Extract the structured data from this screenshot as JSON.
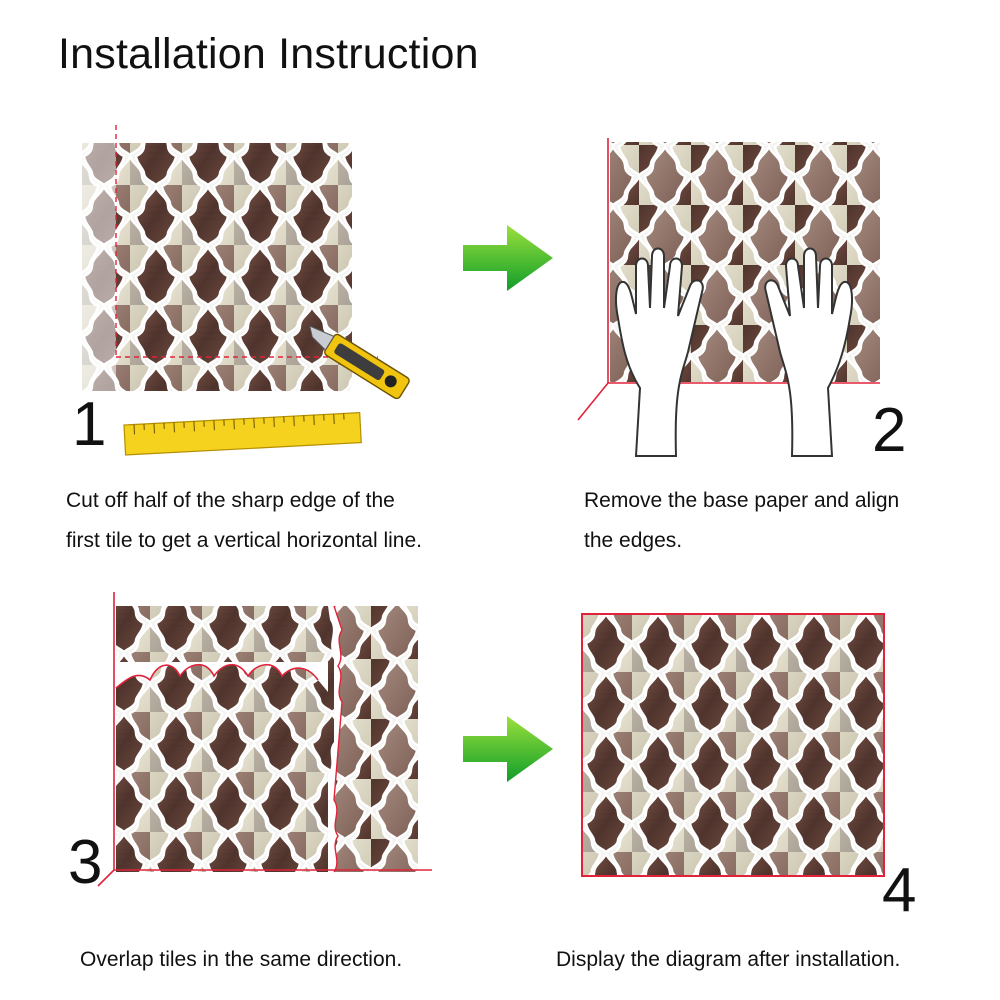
{
  "title": "Installation Instruction",
  "colors": {
    "arrow_light": "#9be03c",
    "arrow_dark": "#0f9d2a",
    "guide_line": "#e0233b",
    "tile_dark": "#5e3f37",
    "tile_mid": "#8d6f64",
    "tile_light": "#dcd8c4",
    "grout": "#f4f4f2",
    "ruler": "#f5d21e"
  },
  "steps": [
    {
      "number": "1",
      "caption_line1": "Cut off half of the sharp edge of the",
      "caption_line2": "first tile to get a vertical horizontal line.",
      "illustration": [
        "tile-sheet",
        "utility-knife-icon",
        "ruler-icon",
        "red-guide-lines"
      ]
    },
    {
      "number": "2",
      "caption_line1": "Remove the base paper and align",
      "caption_line2": "the edges.",
      "illustration": [
        "tile-sheet",
        "hand-icon",
        "hand-icon",
        "red-guide-lines"
      ]
    },
    {
      "number": "3",
      "caption_line1": "Overlap tiles in the same direction.",
      "caption_line2": "",
      "illustration": [
        "tile-sheet",
        "tile-sheet",
        "red-guide-lines"
      ]
    },
    {
      "number": "4",
      "caption_line1": "Display the diagram after installation.",
      "caption_line2": "",
      "illustration": [
        "tile-sheet",
        "red-guide-lines"
      ]
    }
  ],
  "arrows": [
    "arrow-right-icon",
    "arrow-right-icon"
  ]
}
